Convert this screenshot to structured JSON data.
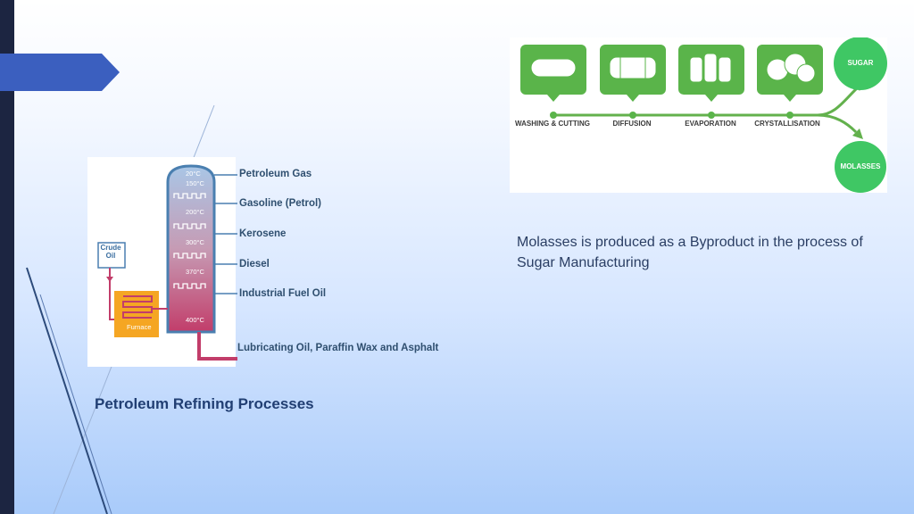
{
  "petroleum_diagram": {
    "caption": "Petroleum Refining Processes",
    "crude_oil_label": "Crude Oil",
    "furnace_label": "Furnace",
    "fractions": [
      {
        "label": "Petroleum Gas"
      },
      {
        "label": "Gasoline (Petrol)"
      },
      {
        "label": "Kerosene"
      },
      {
        "label": "Diesel"
      },
      {
        "label": "Industrial Fuel Oil"
      },
      {
        "label": "Lubricating Oil, Paraffin Wax and Asphalt"
      }
    ],
    "temperatures": [
      "20°C",
      "150°C",
      "200°C",
      "300°C",
      "370°C",
      "400°C"
    ]
  },
  "sugar_diagram": {
    "stages": [
      "WASHING & CUTTING",
      "DIFFUSION",
      "EVAPORATION",
      "CRYSTALLISATION"
    ],
    "products": [
      "SUGAR",
      "MOLASSES"
    ],
    "colors": {
      "green": "#5ab44a",
      "circle": "#3fc764",
      "line": "#63b14d"
    }
  },
  "caption_right": "Molasses is produced as a Byproduct in the process of Sugar Manufacturing"
}
